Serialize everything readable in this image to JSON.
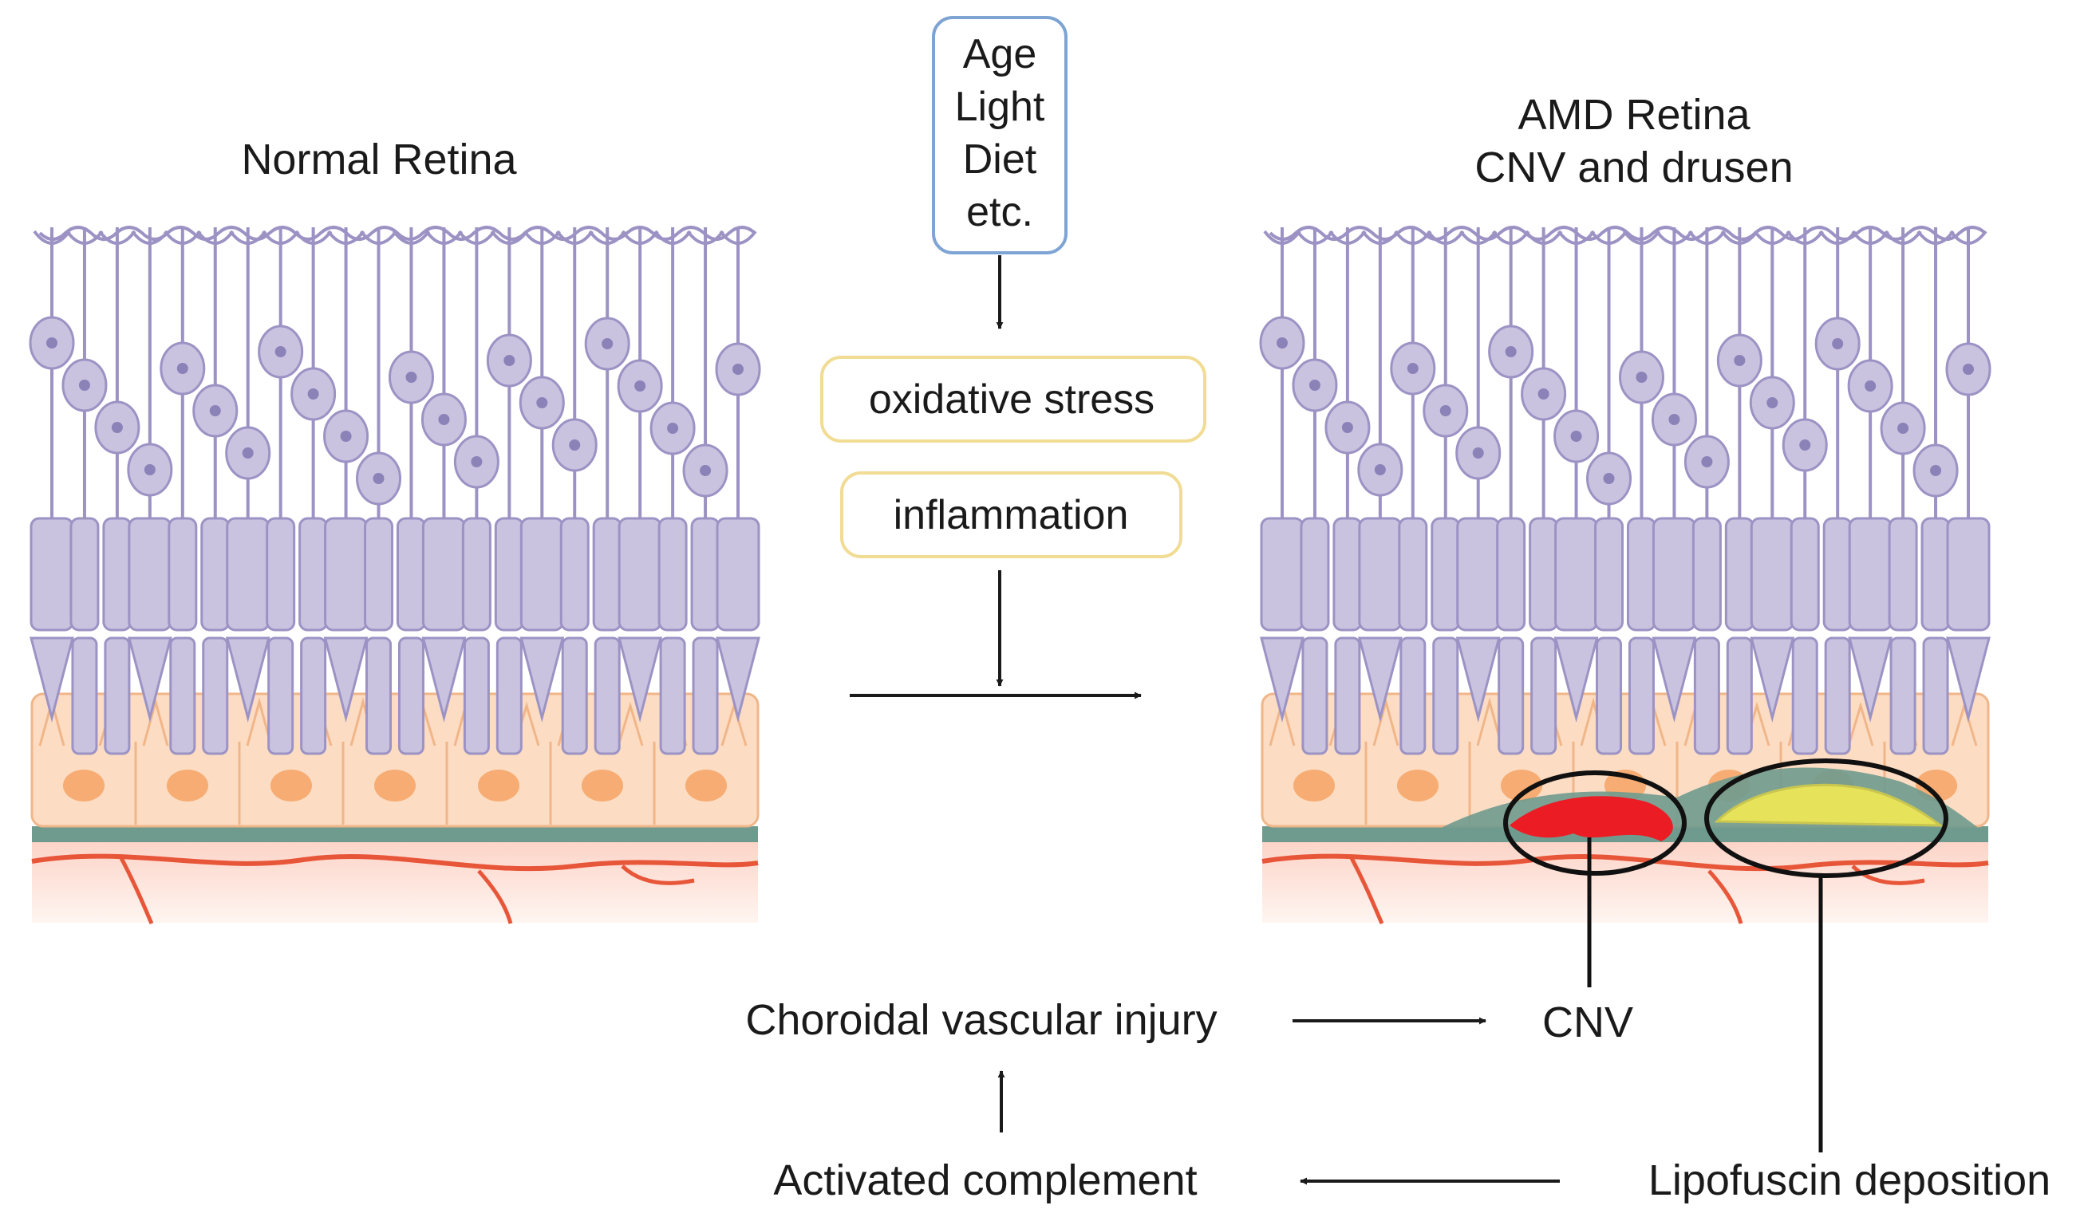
{
  "left_panel": {
    "title": "Normal Retina"
  },
  "right_panel": {
    "title_line1": "AMD Retina",
    "title_line2": "CNV and drusen"
  },
  "risk_factors": [
    "Age",
    "Light",
    "Diet",
    "etc."
  ],
  "mechanisms": {
    "oxidative_stress": "oxidative stress",
    "inflammation": "inflammation"
  },
  "pathway": {
    "choroidal_injury": "Choroidal vascular injury",
    "cnv": "CNV",
    "activated_complement": "Activated complement",
    "lipofuscin": "Lipofuscin deposition"
  },
  "colors": {
    "photoreceptor": "#c9c3e0",
    "photoreceptor_stroke": "#9c93c4",
    "nucleus": "#8b82b8",
    "rpe": "#fcdcc3",
    "rpe_nucleus": "#f6ac72",
    "bruch": "#6f9b8f",
    "choroid": "#fde4db",
    "vessel": "#e8563a",
    "cnv": "#ec1c24",
    "drusen": "#e6e25a",
    "risk_box_border": "#7ea4d4",
    "mechanism_box_border": "#f1dc94"
  }
}
